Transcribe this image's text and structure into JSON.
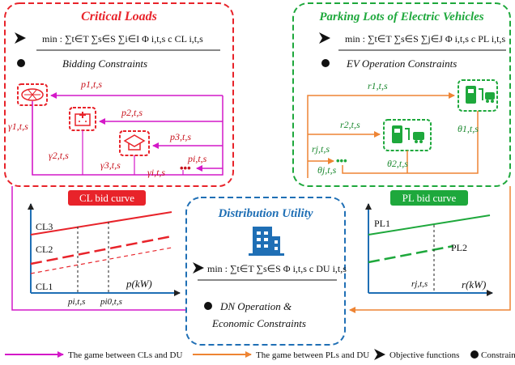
{
  "colors": {
    "cl": "#e8232a",
    "pl": "#1ea83c",
    "du": "#1f6fb5",
    "cl_game": "#d418c8",
    "pl_game": "#ee8433",
    "label_red": "#c8141e",
    "label_green": "#1e8a32"
  },
  "critical_loads": {
    "title": "Critical Loads",
    "objective": "min : ∑t∈T ∑s∈S ∑i∈I Φ i,t,s c CL i,t,s",
    "constraints": "Bidding Constraints",
    "price_labels": [
      "p1,t,s",
      "p2,t,s",
      "p3,t,s",
      "pi,t,s"
    ],
    "gamma_labels": [
      "γ1,t,s",
      "γ2,t,s",
      "γ3,t,s",
      "γi,t,s"
    ],
    "ellipsis": "•••"
  },
  "parking_lots": {
    "title": "Parking Lots of Electric Vehicles",
    "objective": "min : ∑t∈T ∑s∈S ∑j∈J Φ i,t,s c PL i,t,s",
    "constraints": "EV Operation Constraints",
    "rate_labels": [
      "r1,t,s",
      "r2,t,s",
      "rj,t,s"
    ],
    "theta_labels": [
      "θ1,t,s",
      "θ2,t,s",
      "θj,t,s"
    ],
    "ellipsis": "•••"
  },
  "distribution_utility": {
    "title": "Distribution Utility",
    "objective": "min : ∑t∈T ∑s∈S Φ i,t,s c DU i,t,s",
    "constraints_line1": "DN Operation &",
    "constraints_line2": "Economic Constraints"
  },
  "cl_bid_curve": {
    "label": "CL bid curve",
    "curves": [
      "CL3",
      "CL2",
      "CL1"
    ],
    "x_axis": "p(kW)",
    "ticks": [
      "pi,t,s",
      "pi0,t,s"
    ]
  },
  "pl_bid_curve": {
    "label": "PL bid curve",
    "curves": [
      "PL1",
      "PL2"
    ],
    "x_axis": "r(kW)",
    "ticks": [
      "rj,t,s"
    ]
  },
  "legend": {
    "cl_du": "The game between CLs and DU",
    "pl_du": "The game between PLs and DU",
    "objective": "Objective functions",
    "constraints": "Constraints"
  }
}
